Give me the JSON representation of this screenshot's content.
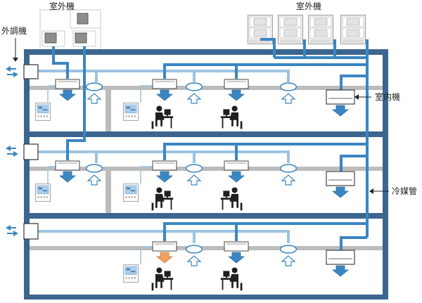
{
  "labels": {
    "outdoor_unit_small": "室外機",
    "outdoor_unit_large": "室外機",
    "outside_air_unit": "外調機",
    "indoor_unit": "室内機",
    "refrigerant_pipe": "冷媒管"
  },
  "colors": {
    "building_frame": "#3c6590",
    "refrigerant_main": "#3a86c2",
    "refrigerant_light": "#9cc3e3",
    "duct_gray": "#bcbcbc",
    "fan_coil_arrow": "#3a86c2",
    "fan_coil_arrow_highlight": "#f0a060",
    "diffuser_arrow": "#ffffff"
  },
  "icons": {
    "controller": "remote-controller-icon",
    "person": "person-at-desk-icon",
    "outdoor_unit": "outdoor-unit-icon"
  }
}
